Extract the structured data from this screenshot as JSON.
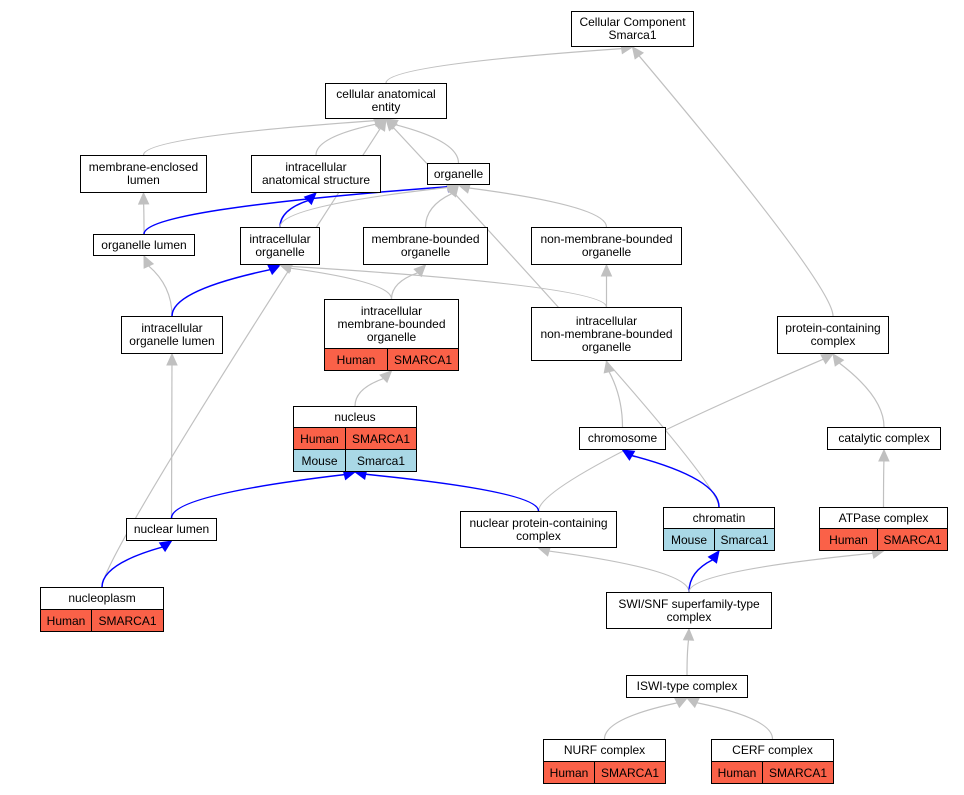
{
  "colors": {
    "edge_default": "#c0c0c0",
    "edge_highlight": "#0000ff",
    "human": "#fa6148",
    "mouse": "#a9d8e6"
  },
  "nodes": {
    "cellular_component": {
      "lines": [
        "Cellular Component",
        "Smarca1"
      ]
    },
    "cellular_anatomical_entity": {
      "lines": [
        "cellular anatomical",
        "entity"
      ]
    },
    "membrane_enclosed_lumen": {
      "lines": [
        "membrane-enclosed",
        "lumen"
      ]
    },
    "intracellular_anatomical_structure": {
      "lines": [
        "intracellular",
        "anatomical structure"
      ]
    },
    "organelle": {
      "lines": [
        "organelle"
      ]
    },
    "organelle_lumen": {
      "lines": [
        "organelle lumen"
      ]
    },
    "intracellular_organelle": {
      "lines": [
        "intracellular",
        "organelle"
      ]
    },
    "membrane_bounded_organelle": {
      "lines": [
        "membrane-bounded",
        "organelle"
      ]
    },
    "non_membrane_bounded_organelle": {
      "lines": [
        "non-membrane-bounded",
        "organelle"
      ]
    },
    "intracellular_organelle_lumen": {
      "lines": [
        "intracellular",
        "organelle lumen"
      ]
    },
    "intracellular_membrane_bounded_organelle": {
      "lines": [
        "intracellular",
        "membrane-bounded",
        "organelle"
      ],
      "rows": [
        {
          "species": "Human",
          "gene": "SMARCA1"
        }
      ]
    },
    "intracellular_non_membrane_bounded_organelle": {
      "lines": [
        "intracellular",
        "non-membrane-bounded",
        "organelle"
      ]
    },
    "protein_containing_complex": {
      "lines": [
        "protein-containing",
        "complex"
      ]
    },
    "nucleus": {
      "lines": [
        "nucleus"
      ],
      "rows": [
        {
          "species": "Human",
          "gene": "SMARCA1"
        },
        {
          "species": "Mouse",
          "gene": "Smarca1"
        }
      ]
    },
    "chromosome": {
      "lines": [
        "chromosome"
      ]
    },
    "catalytic_complex": {
      "lines": [
        "catalytic complex"
      ]
    },
    "nuclear_lumen": {
      "lines": [
        "nuclear lumen"
      ]
    },
    "nuclear_protein_containing_complex": {
      "lines": [
        "nuclear protein-containing",
        "complex"
      ]
    },
    "chromatin": {
      "lines": [
        "chromatin"
      ],
      "rows": [
        {
          "species": "Mouse",
          "gene": "Smarca1"
        }
      ]
    },
    "atpase_complex": {
      "lines": [
        "ATPase complex"
      ],
      "rows": [
        {
          "species": "Human",
          "gene": "SMARCA1"
        }
      ]
    },
    "nucleoplasm": {
      "lines": [
        "nucleoplasm"
      ],
      "rows": [
        {
          "species": "Human",
          "gene": "SMARCA1"
        }
      ]
    },
    "swi_snf_superfamily_type_complex": {
      "lines": [
        "SWI/SNF superfamily-type",
        "complex"
      ]
    },
    "iswi_type_complex": {
      "lines": [
        "ISWI-type complex"
      ]
    },
    "nurf_complex": {
      "lines": [
        "NURF complex"
      ],
      "rows": [
        {
          "species": "Human",
          "gene": "SMARCA1"
        }
      ]
    },
    "cerf_complex": {
      "lines": [
        "CERF complex"
      ],
      "rows": [
        {
          "species": "Human",
          "gene": "SMARCA1"
        }
      ]
    }
  },
  "edges": [
    {
      "from": "cellular_anatomical_entity",
      "to": "cellular_component",
      "highlight": false
    },
    {
      "from": "protein_containing_complex",
      "to": "cellular_component",
      "highlight": false
    },
    {
      "from": "membrane_enclosed_lumen",
      "to": "cellular_anatomical_entity",
      "highlight": false
    },
    {
      "from": "intracellular_anatomical_structure",
      "to": "cellular_anatomical_entity",
      "highlight": false
    },
    {
      "from": "organelle",
      "to": "cellular_anatomical_entity",
      "highlight": false
    },
    {
      "from": "nucleoplasm",
      "to": "cellular_anatomical_entity",
      "highlight": false
    },
    {
      "from": "chromatin",
      "to": "cellular_anatomical_entity",
      "highlight": false
    },
    {
      "from": "organelle_lumen",
      "to": "membrane_enclosed_lumen",
      "highlight": false
    },
    {
      "from": "intracellular_organelle",
      "to": "intracellular_anatomical_structure",
      "highlight": true
    },
    {
      "from": "organelle_lumen",
      "to": "organelle",
      "highlight": true
    },
    {
      "from": "intracellular_organelle",
      "to": "organelle",
      "highlight": false
    },
    {
      "from": "membrane_bounded_organelle",
      "to": "organelle",
      "highlight": false
    },
    {
      "from": "non_membrane_bounded_organelle",
      "to": "organelle",
      "highlight": false
    },
    {
      "from": "intracellular_organelle_lumen",
      "to": "organelle_lumen",
      "highlight": false
    },
    {
      "from": "intracellular_organelle_lumen",
      "to": "intracellular_organelle",
      "highlight": true
    },
    {
      "from": "intracellular_membrane_bounded_organelle",
      "to": "intracellular_organelle",
      "highlight": false
    },
    {
      "from": "intracellular_non_membrane_bounded_organelle",
      "to": "intracellular_organelle",
      "highlight": false
    },
    {
      "from": "intracellular_membrane_bounded_organelle",
      "to": "membrane_bounded_organelle",
      "highlight": false
    },
    {
      "from": "intracellular_non_membrane_bounded_organelle",
      "to": "non_membrane_bounded_organelle",
      "highlight": false
    },
    {
      "from": "nuclear_lumen",
      "to": "intracellular_organelle_lumen",
      "highlight": false
    },
    {
      "from": "nucleus",
      "to": "intracellular_membrane_bounded_organelle",
      "highlight": false
    },
    {
      "from": "chromosome",
      "to": "intracellular_non_membrane_bounded_organelle",
      "highlight": false
    },
    {
      "from": "catalytic_complex",
      "to": "protein_containing_complex",
      "highlight": false
    },
    {
      "from": "nuclear_protein_containing_complex",
      "to": "protein_containing_complex",
      "highlight": false
    },
    {
      "from": "nuclear_lumen",
      "to": "nucleus",
      "highlight": true
    },
    {
      "from": "nuclear_protein_containing_complex",
      "to": "nucleus",
      "highlight": true
    },
    {
      "from": "chromatin",
      "to": "chromosome",
      "highlight": true
    },
    {
      "from": "atpase_complex",
      "to": "catalytic_complex",
      "highlight": false
    },
    {
      "from": "nucleoplasm",
      "to": "nuclear_lumen",
      "highlight": true
    },
    {
      "from": "swi_snf_superfamily_type_complex",
      "to": "nuclear_protein_containing_complex",
      "highlight": false
    },
    {
      "from": "swi_snf_superfamily_type_complex",
      "to": "chromatin",
      "highlight": true
    },
    {
      "from": "swi_snf_superfamily_type_complex",
      "to": "atpase_complex",
      "highlight": false
    },
    {
      "from": "iswi_type_complex",
      "to": "swi_snf_superfamily_type_complex",
      "highlight": false
    },
    {
      "from": "nurf_complex",
      "to": "iswi_type_complex",
      "highlight": false
    },
    {
      "from": "cerf_complex",
      "to": "iswi_type_complex",
      "highlight": false
    }
  ]
}
